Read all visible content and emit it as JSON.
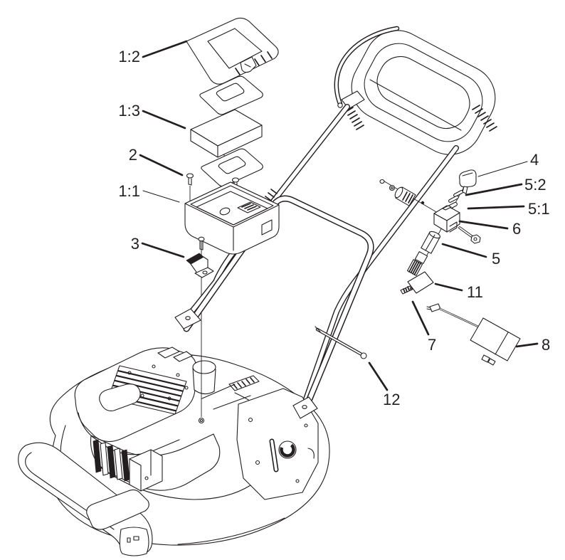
{
  "figure": {
    "type": "exploded-parts-diagram",
    "subject": "walk-behind-mower-electric-start-assembly",
    "colors": {
      "paper": "#ffffff",
      "ink": "#231f20"
    },
    "callouts": [
      {
        "label": "1:2",
        "part": "battery-cover"
      },
      {
        "label": "1:3",
        "part": "battery"
      },
      {
        "label": "2",
        "part": "screws"
      },
      {
        "label": "1:1",
        "part": "battery-box"
      },
      {
        "label": "3",
        "part": "bracket"
      },
      {
        "label": "4",
        "part": "key"
      },
      {
        "label": "5:2",
        "part": "lock-washer"
      },
      {
        "label": "5:1",
        "part": "flat-washer"
      },
      {
        "label": "6",
        "part": "switch-housing"
      },
      {
        "label": "5",
        "part": "key-switch"
      },
      {
        "label": "11",
        "part": "decal"
      },
      {
        "label": "7",
        "part": "pin"
      },
      {
        "label": "8",
        "part": "battery-charger"
      },
      {
        "label": "12",
        "part": "rod"
      }
    ]
  }
}
